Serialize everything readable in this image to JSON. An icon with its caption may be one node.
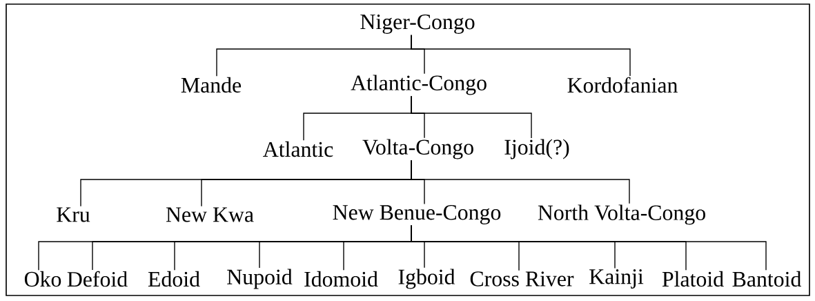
{
  "diagram": {
    "nodes": [
      {
        "text": [
          "Niger-Congo"
        ]
      },
      {
        "text": [
          "Mande"
        ]
      },
      {
        "text": [
          "Atlantic-Congo"
        ]
      },
      {
        "text": [
          "Kordofanian"
        ]
      },
      {
        "text": [
          "Atlantic"
        ]
      },
      {
        "text": [
          "Volta-Congo"
        ]
      },
      {
        "text": [
          "Ijoid(?)"
        ]
      },
      {
        "text": [
          "Kru"
        ]
      },
      {
        "text": [
          "New Kwa"
        ]
      },
      {
        "text": [
          "New Benue-Congo"
        ]
      },
      {
        "text": [
          "North Volta-Congo"
        ]
      },
      {
        "text": [
          "Oko"
        ]
      },
      {
        "text": [
          "Defoid"
        ]
      },
      {
        "text": [
          "Edoid"
        ]
      },
      {
        "text": [
          "Nupoid"
        ]
      },
      {
        "text": [
          "Idomoid"
        ]
      },
      {
        "text": [
          "Igboid"
        ]
      },
      {
        "text": [
          "Cross River"
        ]
      },
      {
        "text": [
          "Kainji"
        ]
      },
      {
        "text": [
          "Platoid"
        ]
      },
      {
        "text": [
          "Bantoid"
        ]
      }
    ],
    "edges": [
      {
        "from": 0,
        "to": 1,
        "arrow": "none"
      },
      {
        "from": 0,
        "to": 2,
        "arrow": "none"
      },
      {
        "from": 0,
        "to": 3,
        "arrow": "none"
      },
      {
        "from": 2,
        "to": 4,
        "arrow": "none"
      },
      {
        "from": 2,
        "to": 5,
        "arrow": "none"
      },
      {
        "from": 2,
        "to": 6,
        "arrow": "none"
      },
      {
        "from": 5,
        "to": 7,
        "arrow": "none"
      },
      {
        "from": 5,
        "to": 8,
        "arrow": "none"
      },
      {
        "from": 5,
        "to": 9,
        "arrow": "none"
      },
      {
        "from": 5,
        "to": 10,
        "arrow": "none"
      },
      {
        "from": 9,
        "to": 11,
        "arrow": "none"
      },
      {
        "from": 9,
        "to": 12,
        "arrow": "none"
      },
      {
        "from": 9,
        "to": 13,
        "arrow": "none"
      },
      {
        "from": 9,
        "to": 14,
        "arrow": "none"
      },
      {
        "from": 9,
        "to": 15,
        "arrow": "none"
      },
      {
        "from": 9,
        "to": 16,
        "arrow": "none"
      },
      {
        "from": 9,
        "to": 17,
        "arrow": "none"
      },
      {
        "from": 9,
        "to": 18,
        "arrow": "none"
      },
      {
        "from": 9,
        "to": 19,
        "arrow": "none"
      },
      {
        "from": 9,
        "to": 20,
        "arrow": "none"
      }
    ]
  }
}
